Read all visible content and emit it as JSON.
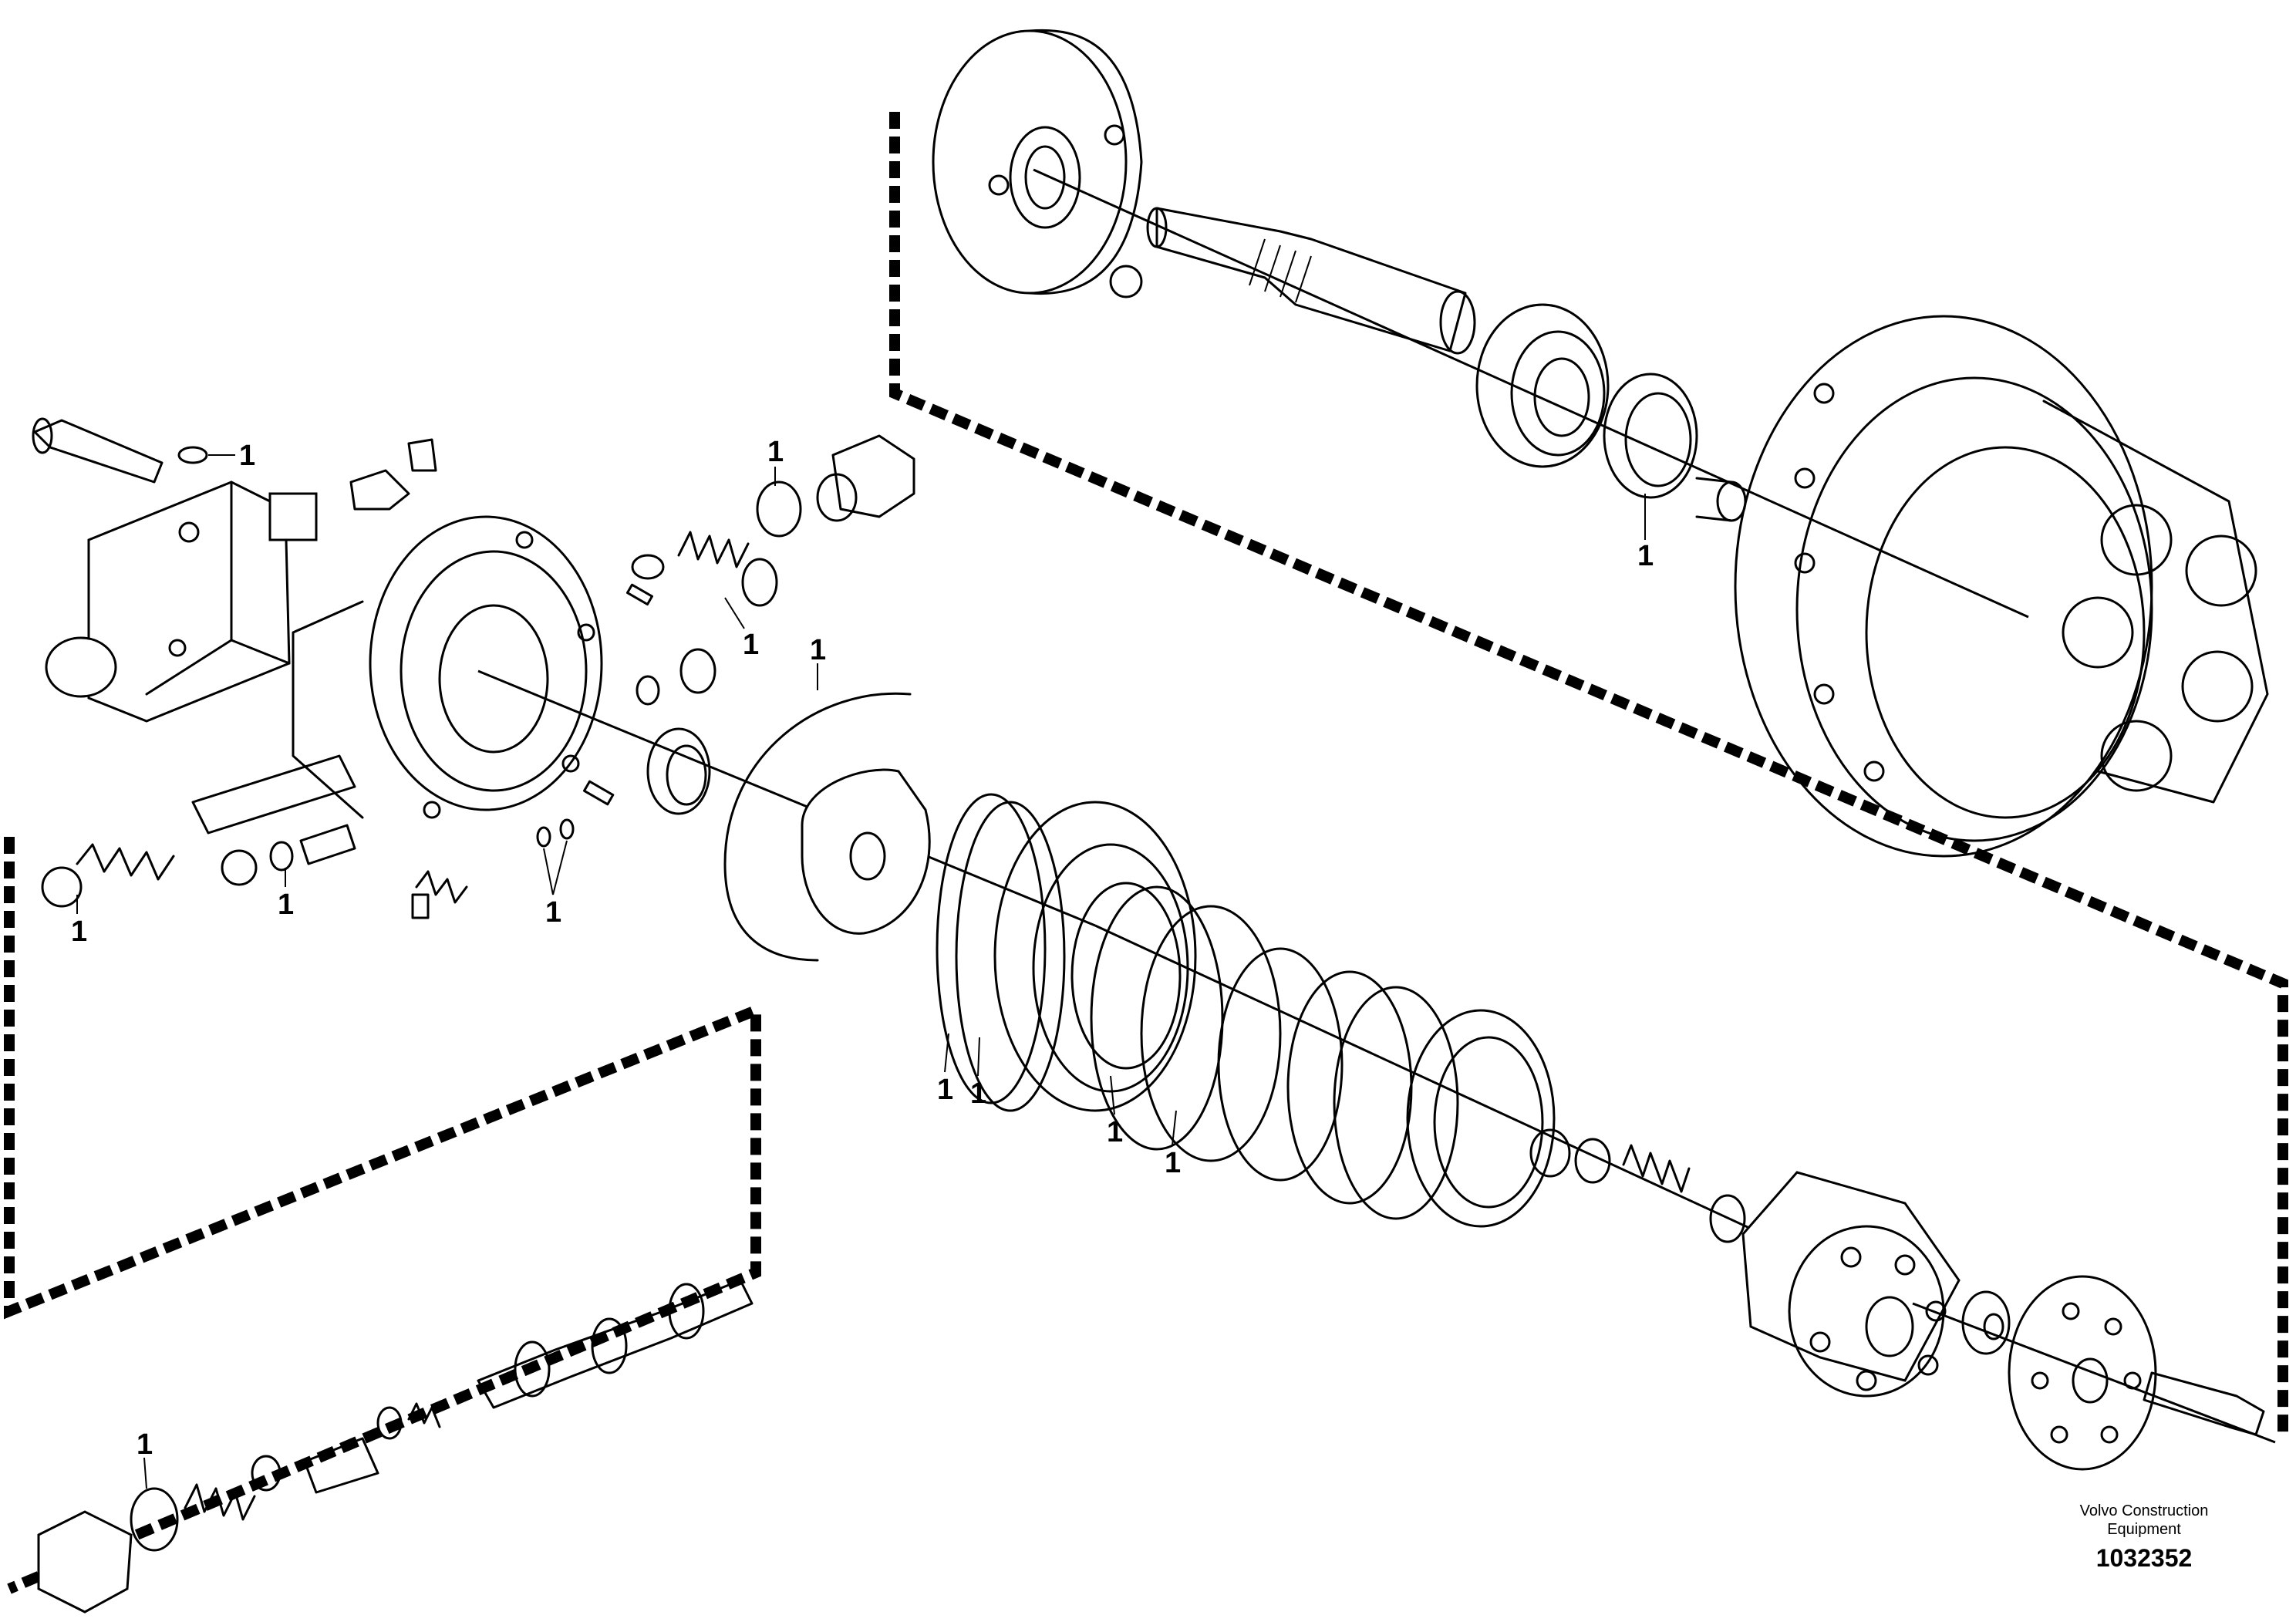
{
  "callout_label": "1",
  "footer": {
    "line1": "Volvo Construction",
    "line2": "Equipment",
    "drawing_number": "1032352"
  }
}
